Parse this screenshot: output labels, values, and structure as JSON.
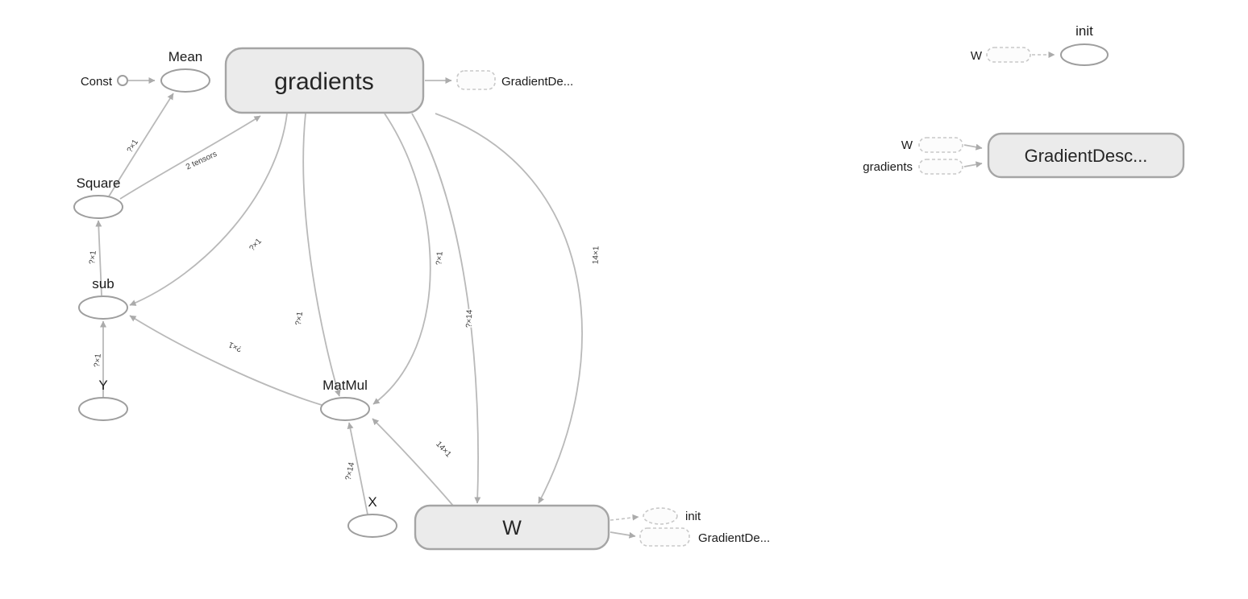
{
  "main_graph": {
    "nodes": {
      "const": "Const",
      "mean": "Mean",
      "gradients": "gradients",
      "square": "Square",
      "sub": "sub",
      "y": "Y",
      "matmul": "MatMul",
      "x": "X",
      "w": "W"
    },
    "edge_labels": {
      "square_to_mean": "?×1",
      "sub_to_square": "?×1",
      "y_to_sub": "?×1",
      "matmul_to_sub": "?×1",
      "x_to_matmul": "?×14",
      "w_to_matmul": "14×1",
      "square_to_gradients": "2 tensors",
      "gradients_to_sub": "?×1",
      "gradients_to_matmul": "?×1",
      "gradients_to_matmul_2": "?×1",
      "gradients_to_w": "?×14",
      "gradients_to_w_2": "14×1"
    },
    "annotations": {
      "gradients_output": "GradientDe...",
      "w_init_output": "init",
      "w_gd_output": "GradientDe..."
    }
  },
  "init_group": {
    "node_label": "init",
    "input_w": "W"
  },
  "gd_group": {
    "node_label": "GradientDesc...",
    "input_w": "W",
    "input_gradients": "gradients"
  },
  "colors": {
    "meta_node_fill": "#ebebeb",
    "meta_node_stroke": "#a5a5a5",
    "op_node_fill": "#ffffff",
    "op_node_stroke": "#9e9e9e",
    "edge": "#b9b9b9",
    "dashed_outline": "#c9c9c9",
    "label_text": "#1b1b1b"
  }
}
